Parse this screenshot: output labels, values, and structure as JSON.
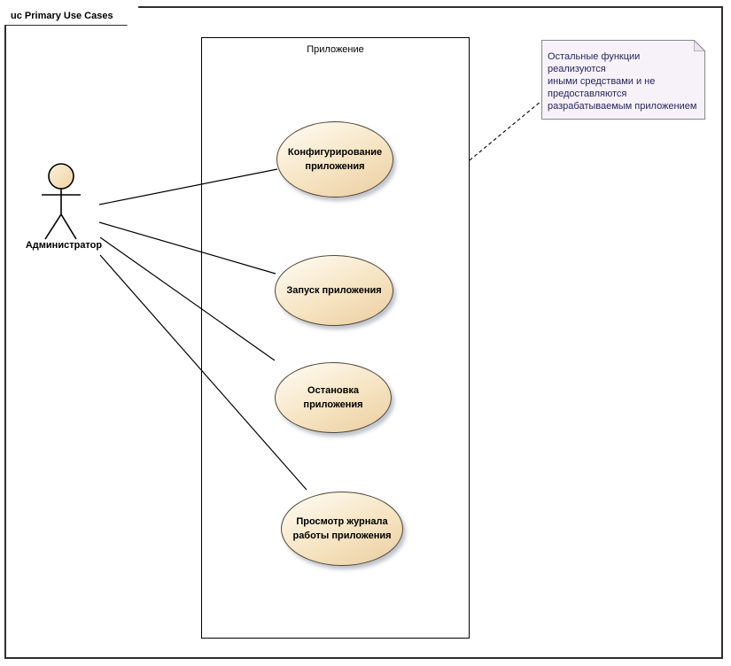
{
  "frame": {
    "label": "uc Primary Use Cases"
  },
  "system_boundary": {
    "label": "Приложение"
  },
  "actor": {
    "label": "Администратор"
  },
  "use_cases": [
    {
      "label": "Конфигурирование приложения",
      "lines": [
        "Конфигурирование",
        "приложения"
      ]
    },
    {
      "label": "Запуск приложения",
      "lines": [
        "Запуск приложения"
      ]
    },
    {
      "label": "Остановка приложения",
      "lines": [
        "Остановка",
        "приложения"
      ]
    },
    {
      "label": "Просмотр журнала работы приложения",
      "lines": [
        "Просмотр журнала",
        "работы приложения"
      ]
    }
  ],
  "note": {
    "text": "Остальные функции реализуются иными средствами и не предоставляются разрабатываемым приложением",
    "lines": [
      "Остальные функции реализуются",
      "иными средствами и не",
      "предоставляются",
      "разрабатываемым приложением"
    ]
  },
  "colors": {
    "usecase_fill_light": "#fdf8ec",
    "usecase_fill_dark": "#ecd0a4",
    "usecase_border": "#4e4637",
    "note_background": "#f7f2fa",
    "note_text": "#26265a",
    "connector": "#000000",
    "frame_border": "#2f2f2f"
  }
}
